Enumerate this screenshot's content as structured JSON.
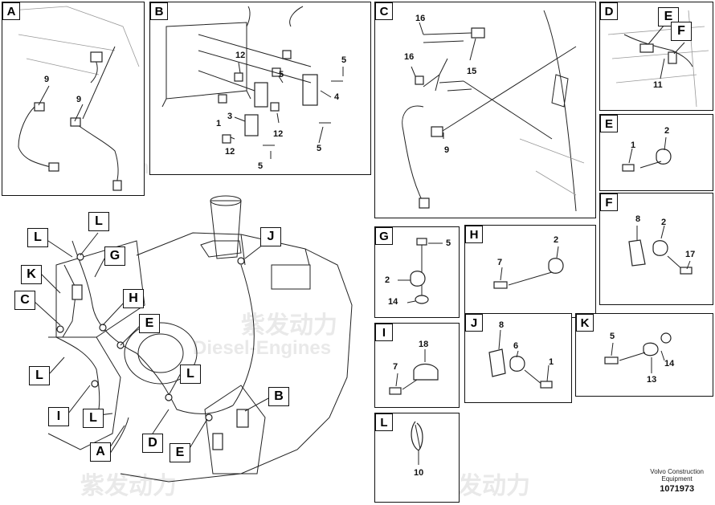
{
  "watermark": {
    "chinese": "紫发动力",
    "english": "Diesel-Engines"
  },
  "panels": {
    "A": {
      "letter": "A",
      "numbers": {
        "n9a": "9",
        "n9b": "9"
      }
    },
    "B": {
      "letter": "B",
      "numbers": {
        "n12a": "12",
        "n5a": "5",
        "n5b": "5",
        "n4": "4",
        "n3": "3",
        "n1": "1",
        "n12b": "12",
        "n12c": "12",
        "n5c": "5",
        "n5d": "5"
      }
    },
    "C": {
      "letter": "C",
      "numbers": {
        "n16a": "16",
        "n16b": "16",
        "n15": "15",
        "n9": "9"
      }
    },
    "D": {
      "letter": "D",
      "sub_e": "E",
      "sub_f": "F",
      "numbers": {
        "n11": "11"
      }
    },
    "E": {
      "letter": "E",
      "numbers": {
        "n2": "2",
        "n1": "1"
      }
    },
    "F": {
      "letter": "F",
      "numbers": {
        "n8": "8",
        "n2": "2",
        "n17": "17"
      }
    },
    "G": {
      "letter": "G",
      "numbers": {
        "n5": "5",
        "n2": "2",
        "n14": "14"
      }
    },
    "H": {
      "letter": "H",
      "numbers": {
        "n2": "2",
        "n7": "7"
      }
    },
    "I": {
      "letter": "I",
      "numbers": {
        "n18": "18",
        "n7": "7"
      }
    },
    "J": {
      "letter": "J",
      "numbers": {
        "n8": "8",
        "n6": "6",
        "n1": "1"
      }
    },
    "K": {
      "letter": "K",
      "numbers": {
        "n5": "5",
        "n14": "14",
        "n13": "13"
      }
    },
    "L": {
      "letter": "L",
      "numbers": {
        "n10": "10"
      }
    }
  },
  "main_callouts": {
    "L1": "L",
    "L2": "L",
    "G": "G",
    "K": "K",
    "C": "C",
    "H": "H",
    "E1": "E",
    "L3": "L",
    "L4": "L",
    "I": "I",
    "L5": "L",
    "D": "D",
    "E2": "E",
    "A": "A",
    "B": "B",
    "J": "J"
  },
  "footer": {
    "line1": "Volvo Construction",
    "line2": "Equipment",
    "id": "1071973"
  }
}
